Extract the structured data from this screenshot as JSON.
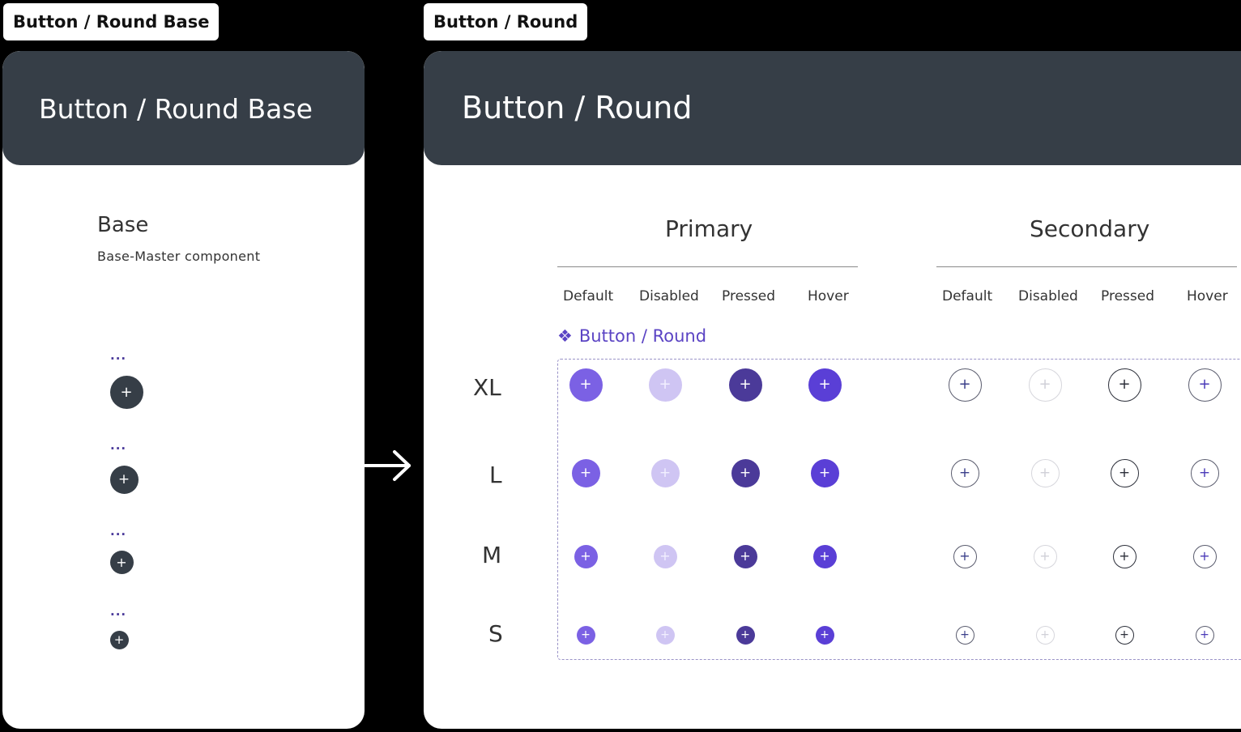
{
  "frames": {
    "left_label": "Button / Round Base",
    "right_label": "Button / Round"
  },
  "base_card": {
    "title": "Button / Round Base",
    "heading": "Base",
    "subtitle": "Base-Master  component",
    "dots": "...",
    "plus": "+"
  },
  "round_card": {
    "title": "Button / Round",
    "groups": [
      "Primary",
      "Secondary"
    ],
    "states": [
      "Default",
      "Disabled",
      "Pressed",
      "Hover"
    ],
    "component_tag": "Button / Round",
    "component_icon": "component-diamond-icon",
    "sizes": [
      "XL",
      "L",
      "M",
      "S"
    ],
    "plus": "+"
  },
  "colors": {
    "header_bg": "#363e47",
    "base_button": "#363e47",
    "primary_default": "#7b61e4",
    "primary_disabled": "#cfc5f3",
    "primary_pressed": "#4b3a99",
    "primary_hover": "#5a3fd6",
    "secondary_border": "#5a5c6e",
    "secondary_disabled_border": "#d6d6dc",
    "component_tag": "#5b44c4"
  }
}
